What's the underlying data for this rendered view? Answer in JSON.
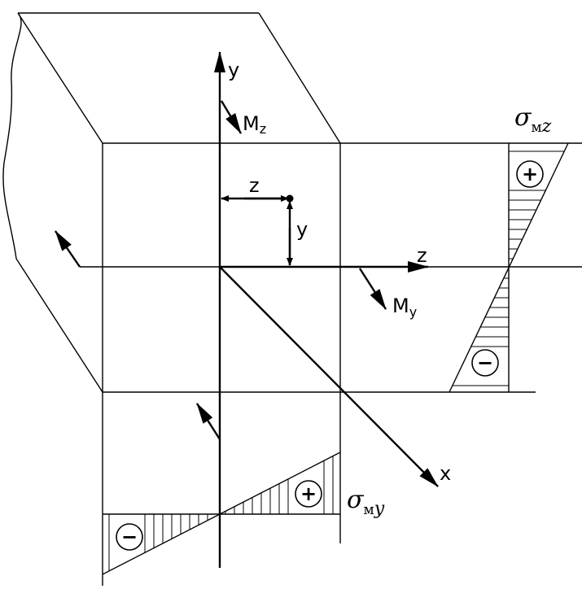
{
  "axes": {
    "y": "y",
    "z": "z",
    "x": "x"
  },
  "dimensions": {
    "z": "z",
    "y": "y"
  },
  "moments": {
    "mz": {
      "main": "M",
      "sub": "z"
    },
    "my": {
      "main": "M",
      "sub": "y"
    }
  },
  "stress_diagrams": {
    "sigma_mz": {
      "sigma": "σ",
      "sub": "м",
      "sub2": "z",
      "positive": "+",
      "negative": "−"
    },
    "sigma_my": {
      "sigma": "σ",
      "sub": "м",
      "sub2": "y",
      "positive": "+",
      "negative": "−"
    }
  }
}
